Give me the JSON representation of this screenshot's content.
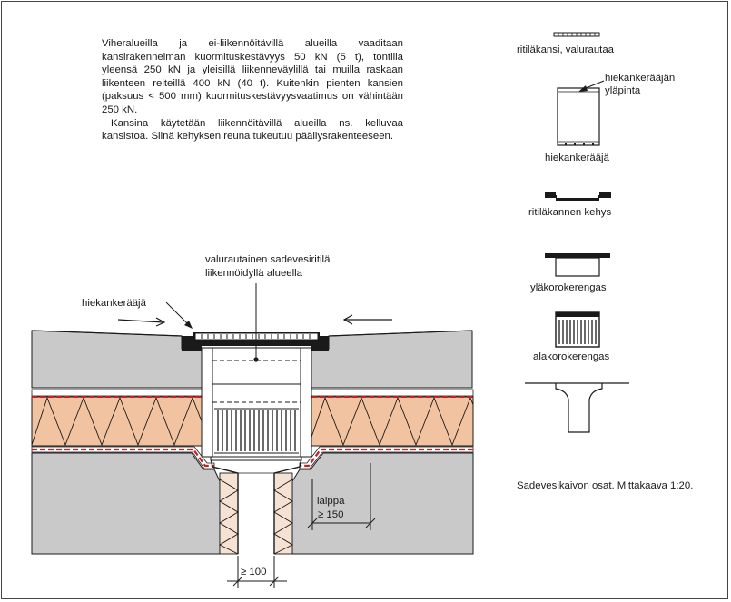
{
  "intro": {
    "paragraph1": "Viheralueilla ja ei-liikennöitävillä alueilla vaaditaan kansirakennelman kuormituskestävyys 50 kN (5 t), tontilla yleensä 250 kN ja yleisillä liikenneväylillä tai muilla raskaan liikenteen reiteillä 400 kN (40 t). Kuitenkin pienten kansien (paksuus < 500 mm) kuormituskestävyysvaatimus on vähintään 250 kN.",
    "paragraph2": "Kansina käytetään liikennöitävillä alueilla ns. kelluvaa kansistoa. Siinä kehyksen reuna tukeutuu päällysrakenteeseen."
  },
  "section": {
    "title_line1": "valurautainen sadevesiritilä",
    "title_line2": "liikennöidyllä alueella",
    "sand_trap_label": "hiekankerääjä",
    "flange_label": "laippa",
    "flange_dim": "≥ 150",
    "pipe_dim": "≥ 100"
  },
  "parts": [
    {
      "id": "grate-cover",
      "label": "ritiläkansi, valurautaa"
    },
    {
      "id": "sand-trap-top",
      "label_line1": "hiekankerääjän",
      "label_line2": "yläpinta"
    },
    {
      "id": "sand-trap",
      "label": "hiekankerääjä"
    },
    {
      "id": "grate-frame",
      "label": "ritiläkannen kehys"
    },
    {
      "id": "upper-ring",
      "label": "yläkorokerengas"
    },
    {
      "id": "lower-ring",
      "label": "alakorokerengas"
    }
  ],
  "caption": "Sadevesikaivon osat. Mittakaava 1:20.",
  "colors": {
    "concrete": "#c9c9c9",
    "insulation": "#f2c3a0",
    "membrane_red": "#c8201e",
    "line": "#1a1a1a"
  }
}
